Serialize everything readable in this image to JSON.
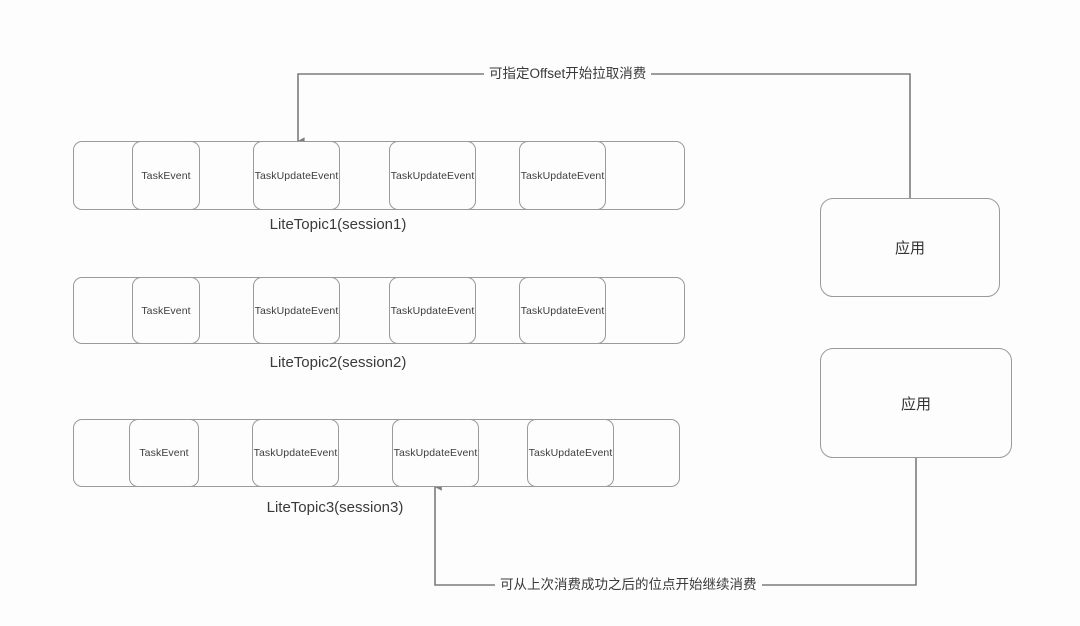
{
  "diagram": {
    "title": "LiteTopic session consumption diagram",
    "background": "#fdfdfd",
    "stroke_color": "#9a9a9a",
    "text_color": "#3a3a3a"
  },
  "topics": [
    {
      "caption": "LiteTopic1(session1)",
      "cells": [
        {
          "label": ""
        },
        {
          "label": "TaskEvent"
        },
        {
          "label": ""
        },
        {
          "label": "TaskUpdateEvent"
        },
        {
          "label": ""
        },
        {
          "label": "TaskUpdateEvent"
        },
        {
          "label": ""
        },
        {
          "label": "TaskUpdateEvent"
        },
        {
          "label": ""
        }
      ]
    },
    {
      "caption": "LiteTopic2(session2)",
      "cells": [
        {
          "label": ""
        },
        {
          "label": "TaskEvent"
        },
        {
          "label": ""
        },
        {
          "label": "TaskUpdateEvent"
        },
        {
          "label": ""
        },
        {
          "label": "TaskUpdateEvent"
        },
        {
          "label": ""
        },
        {
          "label": "TaskUpdateEvent"
        },
        {
          "label": ""
        }
      ]
    },
    {
      "caption": "LiteTopic3(session3)",
      "cells": [
        {
          "label": ""
        },
        {
          "label": "TaskEvent"
        },
        {
          "label": ""
        },
        {
          "label": "TaskUpdateEvent"
        },
        {
          "label": ""
        },
        {
          "label": "TaskUpdateEvent"
        },
        {
          "label": ""
        },
        {
          "label": "TaskUpdateEvent"
        },
        {
          "label": ""
        }
      ]
    }
  ],
  "apps": [
    {
      "label": "应用"
    },
    {
      "label": "应用"
    }
  ],
  "edges": [
    {
      "label": "可指定Offset开始拉取消费"
    },
    {
      "label": "可从上次消费成功之后的位点开始继续消费"
    }
  ]
}
